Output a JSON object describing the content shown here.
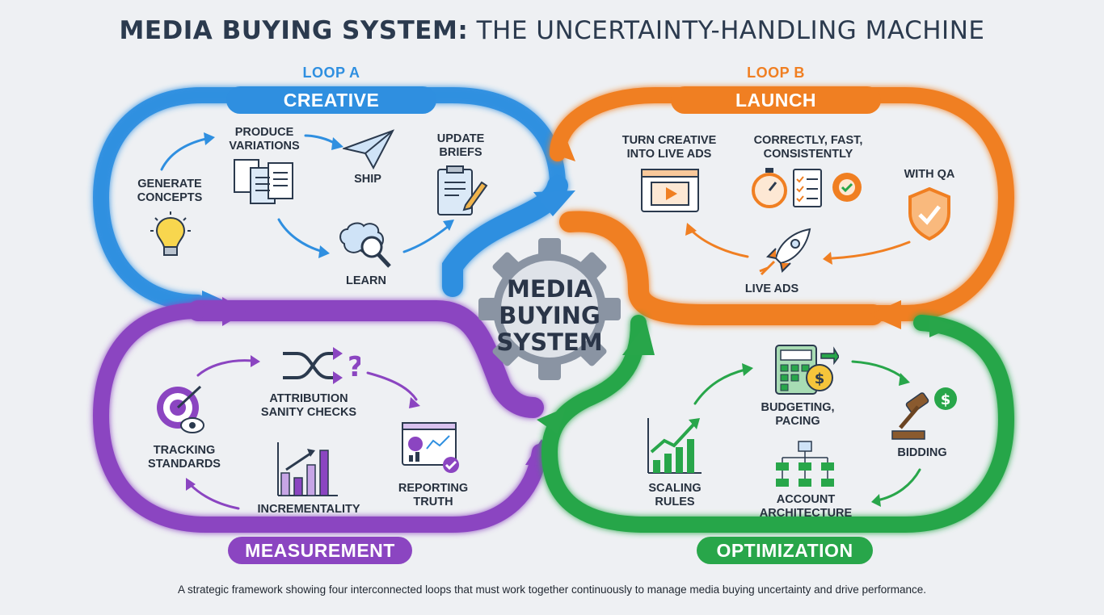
{
  "title": {
    "bold": "MEDIA BUYING SYSTEM:",
    "rest": "THE UNCERTAINTY-HANDLING MACHINE"
  },
  "center": {
    "line1": "MEDIA",
    "line2": "BUYING",
    "line3": "SYSTEM"
  },
  "colors": {
    "blue": "#2f8fe0",
    "orange": "#f07f22",
    "purple": "#8b45c1",
    "green": "#28a64a",
    "gear": "#8a94a3",
    "text": "#27313f"
  },
  "loops": {
    "creative": {
      "tag": "LOOP A",
      "banner": "CREATIVE",
      "steps": {
        "generate": "GENERATE\nCONCEPTS",
        "produce": "PRODUCE\nVARIATIONS",
        "ship": "SHIP",
        "update": "UPDATE\nBRIEFS",
        "learn": "LEARN"
      }
    },
    "launch": {
      "tag": "LOOP B",
      "banner": "LAUNCH",
      "steps": {
        "turn": "TURN CREATIVE\nINTO LIVE ADS",
        "correct": "CORRECTLY, FAST,\nCONSISTENTLY",
        "qa": "WITH QA",
        "live": "LIVE ADS"
      }
    },
    "measurement": {
      "banner": "MEASUREMENT",
      "steps": {
        "tracking": "TRACKING\nSTANDARDS",
        "attribution": "ATTRIBUTION\nSANITY CHECKS",
        "reporting": "REPORTING\nTRUTH",
        "incrementality": "INCREMENTALITY"
      }
    },
    "optimization": {
      "banner": "OPTIMIZATION",
      "steps": {
        "budgeting": "BUDGETING,\nPACING",
        "bidding": "BIDDING",
        "scaling": "SCALING\nRULES",
        "account": "ACCOUNT\nARCHITECTURE"
      }
    }
  },
  "icons": {
    "generate": "lightbulb-icon",
    "produce": "documents-icon",
    "ship": "paper-plane-icon",
    "update": "clipboard-pencil-icon",
    "learn": "brain-magnifier-icon",
    "turn": "video-player-icon",
    "correct": "stopwatch-checklist-gear-icon",
    "qa": "shield-check-icon",
    "live": "rocket-icon",
    "tracking": "target-eye-icon",
    "attribution": "shuffle-question-icon",
    "reporting": "dashboard-chart-icon",
    "incrementality": "bar-chart-up-icon",
    "budgeting": "calculator-coin-icon",
    "bidding": "gavel-dollar-icon",
    "scaling": "growth-chart-icon",
    "account": "hierarchy-icon",
    "center": "gear-icon"
  },
  "footer": "A strategic framework showing four interconnected loops that must work together continuously to manage media buying uncertainty and drive performance."
}
